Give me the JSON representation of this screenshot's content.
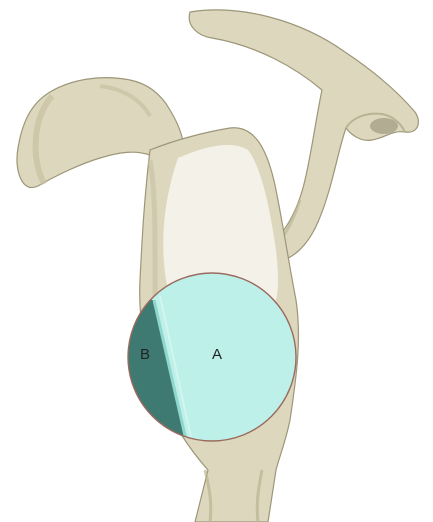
{
  "labels": {
    "region_a": "A",
    "region_b": "B"
  },
  "colors": {
    "background": "#ffffff",
    "bone_fill": "#ddd8bd",
    "bone_shadow": "#b9b393",
    "bone_outline": "#9c9679",
    "cartilage_highlight": "#f4f2ea",
    "region_a_fill": "#bdf0e8",
    "region_b_fill": "#3f7a72",
    "circle_outline": "#9a6a5e",
    "divider_line": "#8fd6cc"
  },
  "icons": {
    "bone": "shoulder-bone-illustration",
    "circle": "circle-overlay"
  }
}
